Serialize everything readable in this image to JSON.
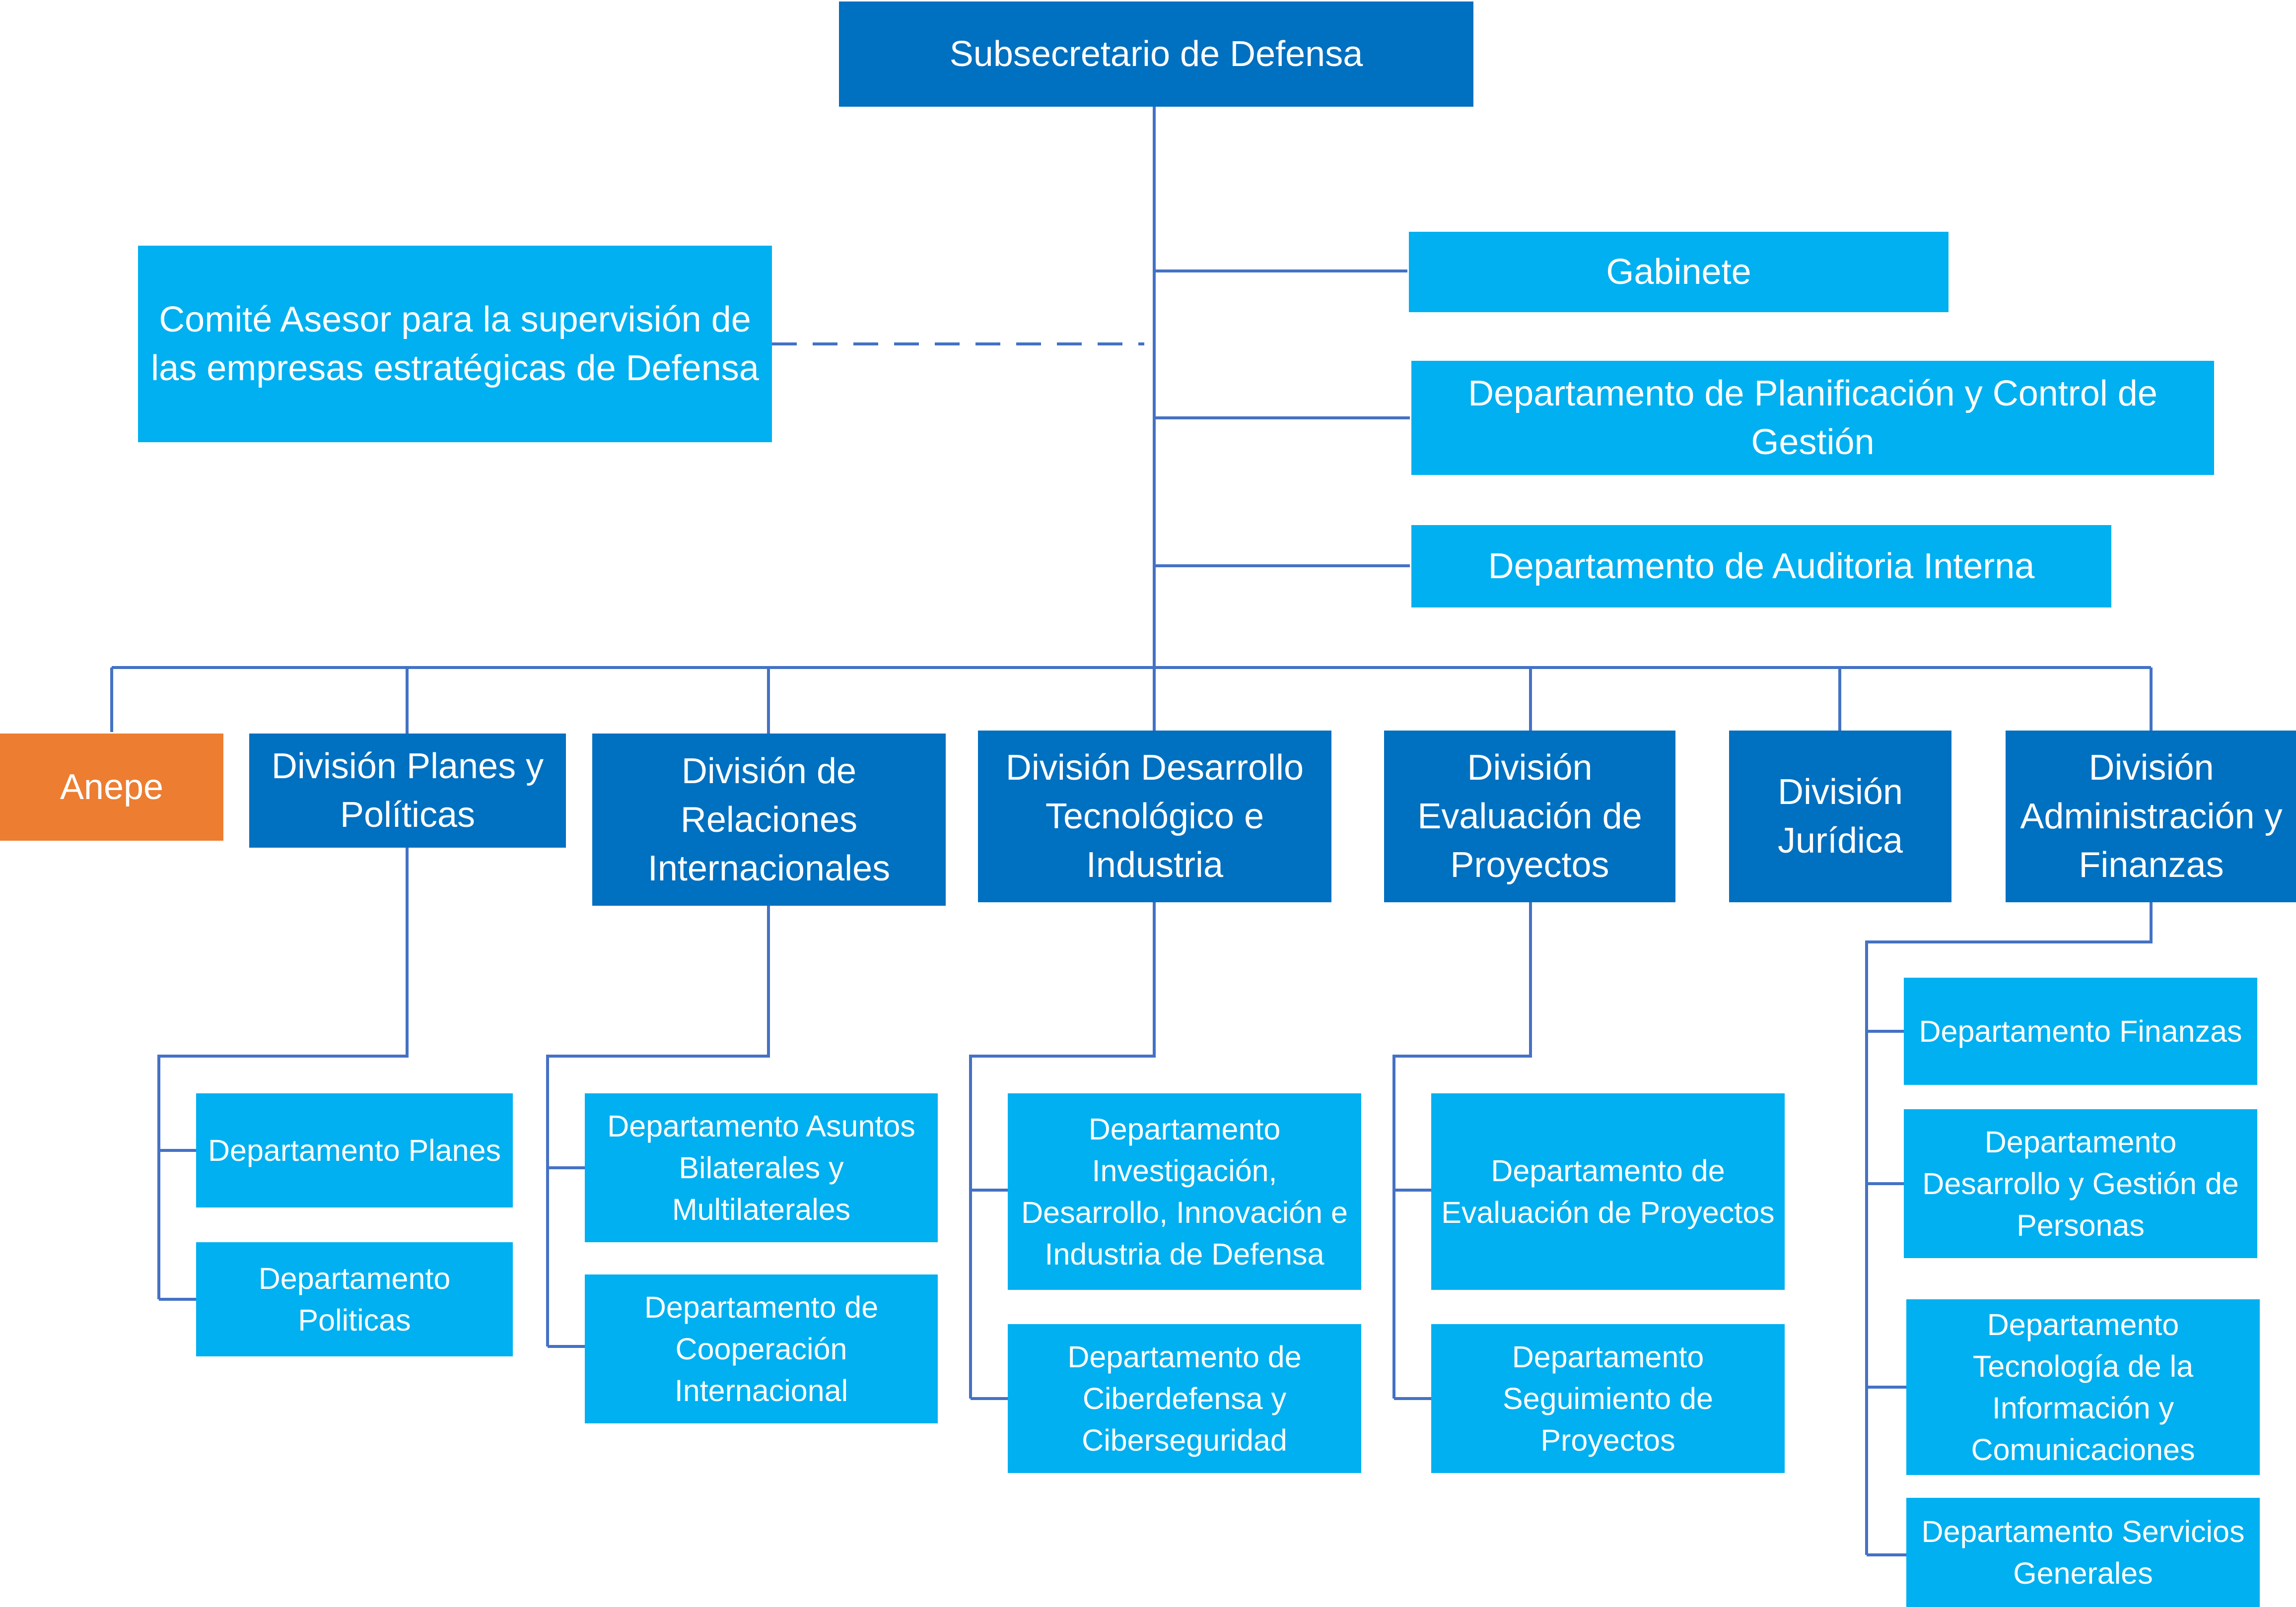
{
  "colors": {
    "connector": "#4472C4",
    "division": "#0070C0",
    "unit": "#00B0F0",
    "agency": "#ED7D31",
    "text": "#FFFFFF"
  },
  "top": {
    "label": "Subsecretario de Defensa"
  },
  "advisory": {
    "label": "Comité Asesor para la supervisión de las empresas estratégicas de Defensa"
  },
  "staff": [
    {
      "label": "Gabinete"
    },
    {
      "label": "Departamento de Planificación y Control de Gestión"
    },
    {
      "label": "Departamento de Auditoria Interna"
    }
  ],
  "agency": {
    "label": "Anepe"
  },
  "divisions": [
    {
      "label": "División Planes y Políticas",
      "departments": [
        "Departamento Planes",
        "Departamento Politicas"
      ]
    },
    {
      "label": "División de Relaciones Internacionales",
      "departments": [
        "Departamento Asuntos Bilaterales y Multilaterales",
        "Departamento de Cooperación Internacional"
      ]
    },
    {
      "label": "División Desarrollo Tecnológico e Industria",
      "departments": [
        "Departamento Investigación, Desarrollo, Innovación e Industria de Defensa",
        "Departamento de Ciberdefensa y Ciberseguridad"
      ]
    },
    {
      "label": "División Evaluación de Proyectos",
      "departments": [
        "Departamento de Evaluación de Proyectos",
        "Departamento Seguimiento de Proyectos"
      ]
    },
    {
      "label": "División Jurídica",
      "departments": []
    },
    {
      "label": "División Administración y Finanzas",
      "departments": [
        "Departamento Finanzas",
        "Departamento Desarrollo y Gestión de Personas",
        "Departamento Tecnología de la Información y Comunicaciones",
        "Departamento Servicios Generales"
      ]
    }
  ]
}
